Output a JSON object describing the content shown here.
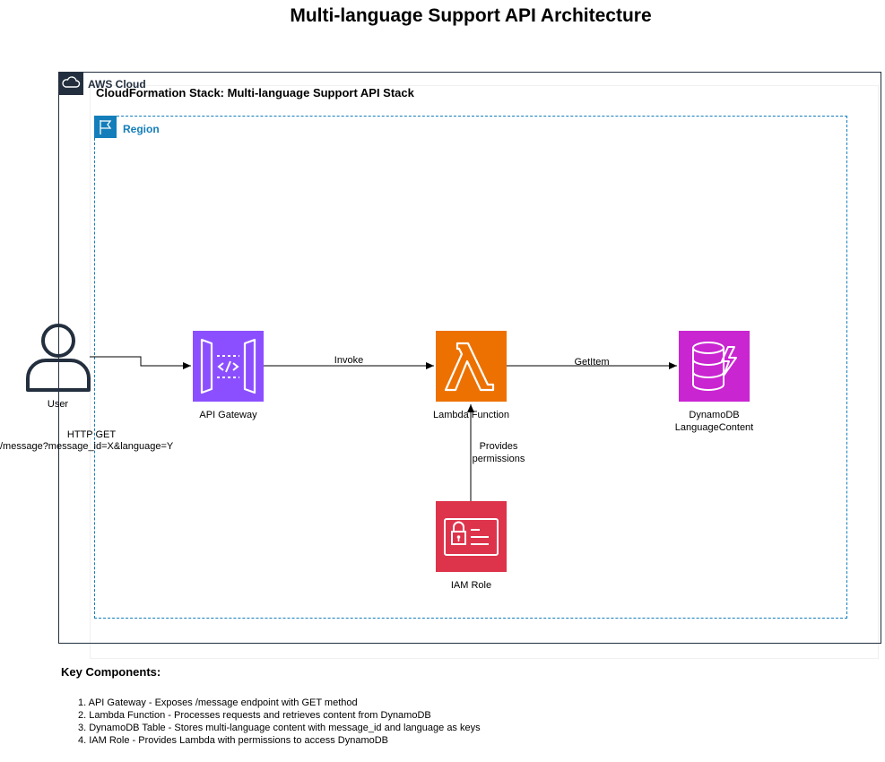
{
  "title": "Multi-language Support API Architecture",
  "aws_cloud": {
    "label": "AWS Cloud",
    "icon": "cloud-icon"
  },
  "stack": {
    "label": "CloudFormation Stack: Multi-language Support API Stack"
  },
  "region": {
    "label": "Region",
    "icon": "flag-icon"
  },
  "nodes": {
    "user": {
      "label": "User",
      "icon": "user-icon"
    },
    "api_gateway": {
      "label": "API Gateway",
      "icon": "api-gateway-icon",
      "color": "#8c4fff"
    },
    "lambda": {
      "label": "Lambda Function",
      "icon": "lambda-icon",
      "color": "#ed7100"
    },
    "dynamodb": {
      "label_line1": "DynamoDB",
      "label_line2": "LanguageContent",
      "icon": "dynamodb-icon",
      "color": "#c925d1"
    },
    "iam": {
      "label": "IAM Role",
      "icon": "iam-role-icon",
      "color": "#dd344c"
    }
  },
  "edges": {
    "user_request_line1": "HTTP GET",
    "user_request_line2": "/message?message_id=X&language=Y",
    "invoke": "Invoke",
    "getitem": "GetItem",
    "permissions_line1": "Provides",
    "permissions_line2": "permissions"
  },
  "key_components": {
    "title": "Key Components:",
    "items": [
      "1. API Gateway - Exposes /message endpoint with GET method",
      "2. Lambda Function - Processes requests and retrieves content from DynamoDB",
      "3. DynamoDB Table - Stores multi-language content with message_id and language as keys",
      "4. IAM Role - Provides Lambda with permissions to access DynamoDB"
    ]
  }
}
